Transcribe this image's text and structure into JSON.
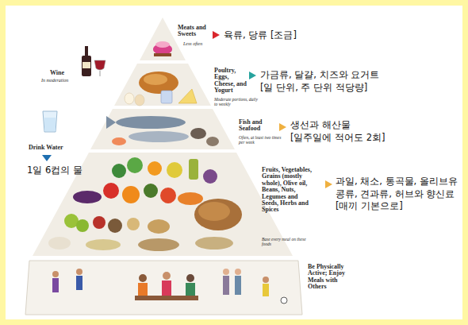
{
  "diagram": {
    "labels": [
      "Meats and Sweets",
      "Less often",
      "육류, 당류 [조금]",
      "Wine",
      "In moderation",
      "Poultry, Eggs, Cheese, and Yogurt",
      "Moderate portions, daily to weekly",
      "가금류, 달걀, 치즈와 요거트 [일 단위, 주 단위 적당량]",
      "Drink Water",
      "1일 6컵의 물",
      "Fish and Seafood",
      "Often, at least two times per week",
      "생선과 해산물 [일주일에 적어도 2회]",
      "Fruits, Vegetables, Grains (mostly whole), Olive oil, Beans, Nuts, Legumes and Seeds, Herbs and Spices",
      "Base every meal on these foods",
      "과일, 채소, 통곡물, 올리브유 콩류, 견과류, 허브와 향신료 [매끼 기본으로]",
      "Be Physically Active; Enjoy Meals with Others"
    ]
  }
}
